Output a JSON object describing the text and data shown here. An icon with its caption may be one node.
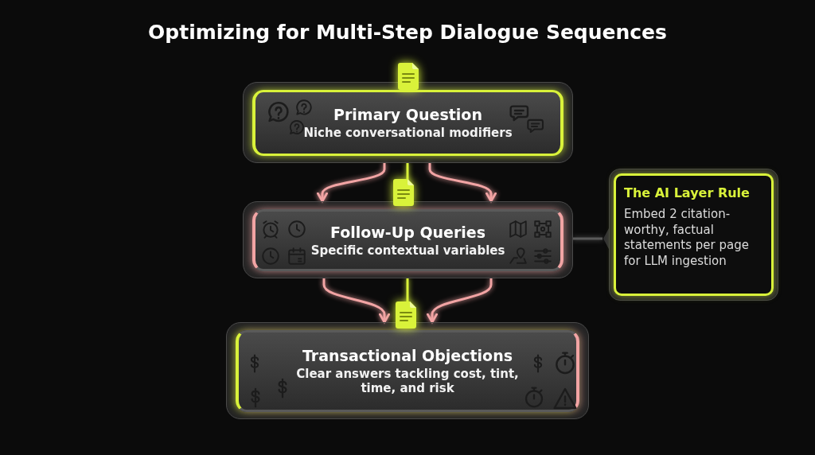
{
  "diagram": {
    "title": "Optimizing for Multi-Step Dialogue Sequences",
    "nodes": [
      {
        "text": [
          "Primary Question",
          "Niche conversational modifiers"
        ]
      },
      {
        "text": [
          "Follow-Up Queries",
          "Specific contextual variables"
        ]
      },
      {
        "text": [
          "Transactional Objections",
          "Clear answers tackling cost, tint, time, and risk"
        ]
      },
      {
        "text": [
          "The AI Layer Rule",
          "Embed 2 citation-worthy, factual statements per page for LLM ingestion"
        ]
      }
    ],
    "edges": [
      {
        "from": 0,
        "to": 1,
        "arrow": "to"
      },
      {
        "from": 0,
        "to": 1,
        "arrow": "to"
      },
      {
        "from": 0,
        "to": 1,
        "arrow": "none",
        "color": "#d9f23a"
      },
      {
        "from": 1,
        "to": 2,
        "arrow": "to"
      },
      {
        "from": 1,
        "to": 2,
        "arrow": "to"
      },
      {
        "from": 1,
        "to": 2,
        "arrow": "none",
        "color": "#d9f23a"
      },
      {
        "from": 1,
        "to": 3,
        "arrow": "none",
        "color": "#5a5a5a"
      }
    ]
  }
}
